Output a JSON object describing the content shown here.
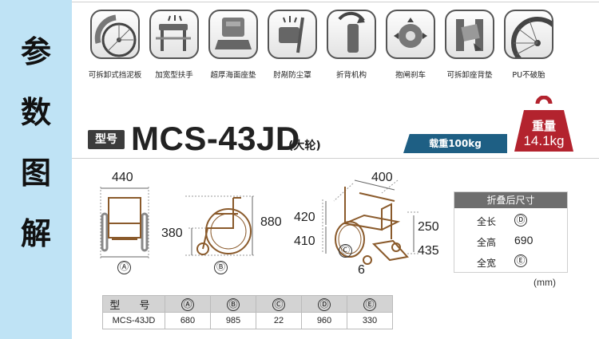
{
  "side_title": [
    "参",
    "数",
    "图",
    "解"
  ],
  "features": [
    {
      "label": "可拆卸式挡泥板",
      "icon": "mudguard-icon"
    },
    {
      "label": "加宽型扶手",
      "icon": "armrest-icon"
    },
    {
      "label": "超厚海面座垫",
      "icon": "seat-cushion-icon"
    },
    {
      "label": "肘剐防尘罩",
      "icon": "dust-cover-icon"
    },
    {
      "label": "折背机构",
      "icon": "folding-back-icon"
    },
    {
      "label": "抱闸刹车",
      "icon": "brake-icon"
    },
    {
      "label": "可拆卸座背垫",
      "icon": "back-cushion-icon"
    },
    {
      "label": "PU不破胎",
      "icon": "pu-tire-icon"
    }
  ],
  "model": {
    "tag": "型号",
    "name": "MCS-43JD",
    "sub": "(大轮)",
    "load": "载重100kg",
    "weight_label": "重量",
    "weight_value": "14.1kg"
  },
  "dimensions": {
    "front_width": "440",
    "front_letter": "Ⓐ",
    "side_height": "880",
    "side_seat": "380",
    "side_letter": "Ⓑ",
    "iso_depth": "400",
    "iso_back": "420",
    "iso_seat": "410",
    "iso_arm": "250",
    "iso_foot": "435",
    "iso_gap": "6",
    "iso_letter": "Ⓒ"
  },
  "folded": {
    "title": "折叠后尺寸",
    "rows": [
      {
        "label": "全长",
        "value": "Ⓓ"
      },
      {
        "label": "全高",
        "value": "690"
      },
      {
        "label": "全宽",
        "value": "Ⓔ"
      }
    ]
  },
  "unit": "(mm)",
  "table": {
    "headers": [
      "型 号",
      "Ⓐ",
      "Ⓑ",
      "Ⓒ",
      "Ⓓ",
      "Ⓔ"
    ],
    "rows": [
      [
        "MCS-43JD",
        "680",
        "985",
        "22",
        "960",
        "330"
      ]
    ]
  },
  "colors": {
    "side_banner": "#bfe3f5",
    "load_tag": "#1e5f84",
    "weight_badge": "#b3232e",
    "model_tag": "#3c3c3c"
  }
}
